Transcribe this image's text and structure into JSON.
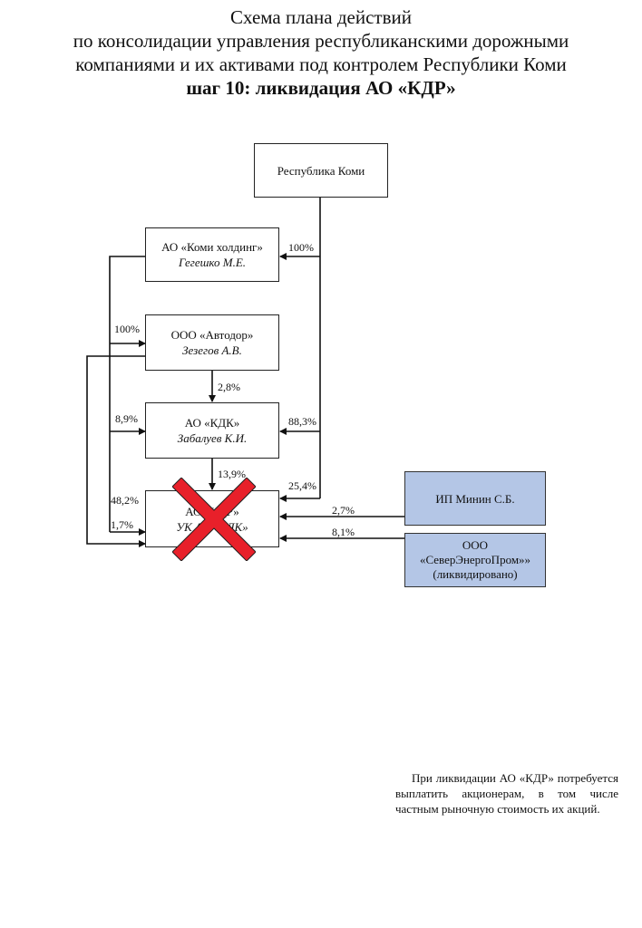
{
  "title": {
    "line1": "Схема плана действий",
    "line2": "по консолидации управления республиканскими дорожными",
    "line3": "компаниями и их активами под контролем Республики Коми",
    "line4": "шаг 10: ликвидация АО «КДР»"
  },
  "nodes": {
    "republic": {
      "name": "Республика Коми"
    },
    "komi_holding": {
      "name": "АО «Коми холдинг»",
      "head": "Гегешко М.Е."
    },
    "avtodor": {
      "name": "ООО «Автодор»",
      "head": "Зезегов А.В."
    },
    "kdk": {
      "name": "АО «КДК»",
      "head": "Забалуев К.И."
    },
    "kdr": {
      "name": "АО «КДР»",
      "head": "УК АО «КДК»",
      "status": "crossed-out"
    },
    "minin": {
      "name": "ИП Минин С.Б."
    },
    "severenergoprom": {
      "line1": "ООО",
      "line2": "«СеверЭнергоПром»»",
      "line3": "(ликвидировано)"
    }
  },
  "edges": {
    "republic_to_komi_holding": "100%",
    "komi_holding_to_avtodor": "100%",
    "avtodor_to_kdk": "2,8%",
    "komi_holding_to_kdk": "8,9%",
    "republic_to_kdk": "88,3%",
    "kdk_to_kdr": "13,9%",
    "republic_to_kdr": "25,4%",
    "komi_holding_to_kdr": "48,2%",
    "avtodor_to_kdr": "1,7%",
    "minin_to_kdr": "2,7%",
    "severenergoprom_to_kdr": "8,1%"
  },
  "colors": {
    "blue_box": "#b4c6e6",
    "cross": "#e8202a"
  },
  "note": "При ликвидации АО «КДР» потребуется выплатить акционерам, в том числе частным рыночную стоимость их акций."
}
